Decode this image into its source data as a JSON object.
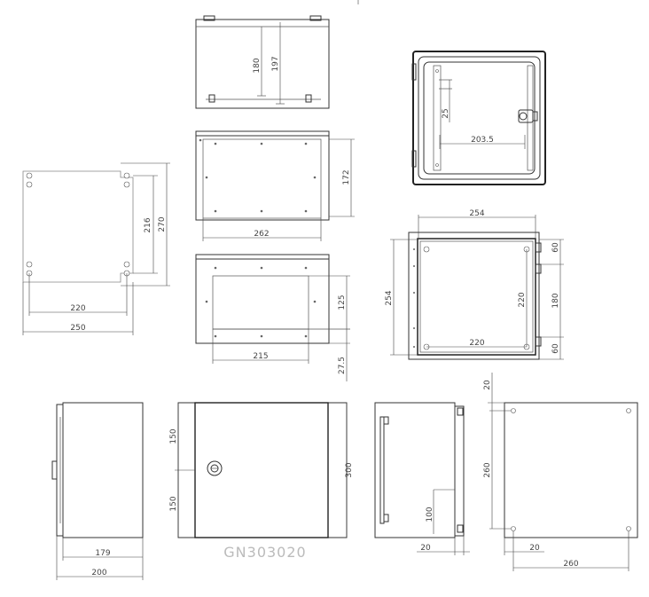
{
  "model_code": "GN303020",
  "dimensions": {
    "top_180": "180",
    "top_197": "197",
    "back_172": "172",
    "back_262": "262",
    "plate_216": "216",
    "plate_270": "270",
    "plate_220": "220",
    "plate_250": "250",
    "gland_125": "125",
    "gland_215": "215",
    "gland_27_5": "27.5",
    "door_25": "25",
    "door_203_5": "203.5",
    "mount_254_h": "254",
    "mount_254_v": "254",
    "mount_220_v": "220",
    "mount_220_h": "220",
    "mount_60_top": "60",
    "mount_180": "180",
    "mount_60_bottom": "60",
    "side_179": "179",
    "side_200": "200",
    "front_150_top": "150",
    "front_150_bottom": "150",
    "front_300": "300",
    "hinge_100": "100",
    "hinge_20": "20",
    "wall_20_top": "20",
    "wall_260_v": "260",
    "wall_20_bottom": "20",
    "wall_260_h": "260"
  }
}
